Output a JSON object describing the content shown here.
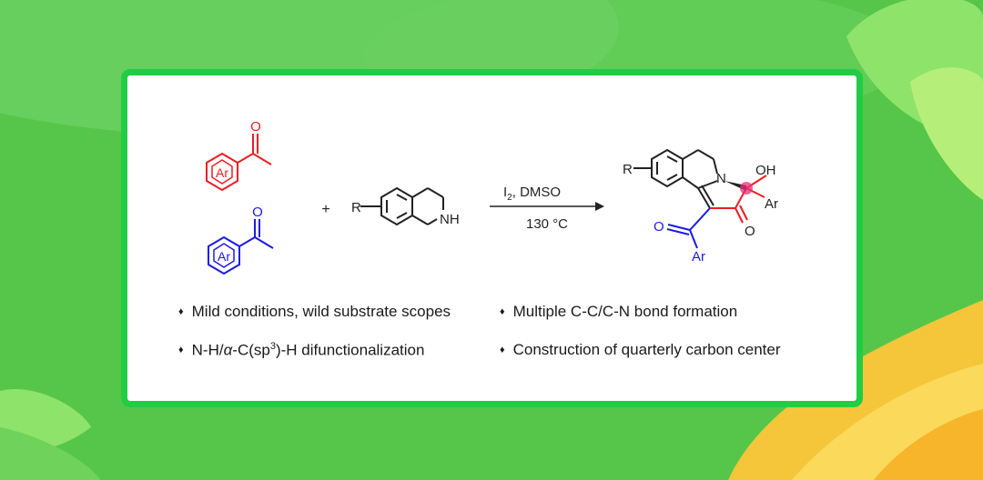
{
  "colors": {
    "background": "#56c64a",
    "card_border": "#22cc44",
    "ketone_top": "#ee1c24",
    "ketone_bottom": "#1a1ae6",
    "highlight": "#e8307a"
  },
  "scheme": {
    "reactant1_label": "Ar",
    "reactant1_oxygen": "O",
    "reactant2_label": "Ar",
    "reactant2_oxygen": "O",
    "plus": "+",
    "amine_r": "R",
    "amine_nh": "NH",
    "reagent_i": "I",
    "reagent_sub": "2",
    "reagent_rest": ", DMSO",
    "temperature": "130 °C",
    "product_r": "R",
    "product_n": "N",
    "product_oh": "OH",
    "product_ar_ring": "Ar",
    "product_o_ring": "O",
    "product_o_acyl": "O",
    "product_ar_acyl": "Ar"
  },
  "bullets": {
    "b1": "Mild conditions, wild substrate scopes",
    "b2": "Multiple C-C/C-N bond formation",
    "b3_pre": "N-H/",
    "b3_alpha": "α",
    "b3_mid": "-C(sp",
    "b3_sup": "3",
    "b3_post": ")-H difunctionalization",
    "b4": "Construction of quarterly carbon center",
    "marker": "♦"
  }
}
